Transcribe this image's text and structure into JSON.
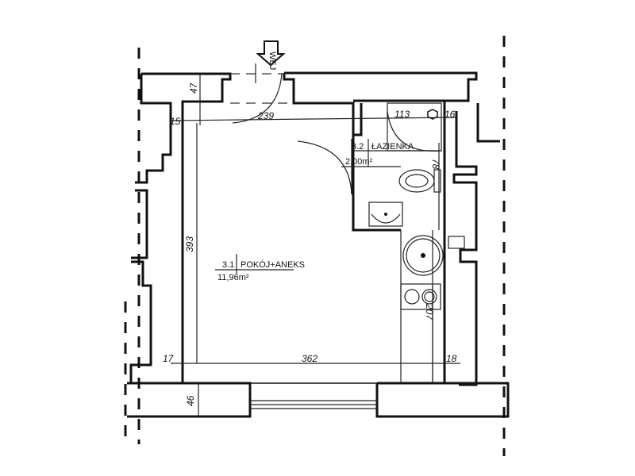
{
  "entrance_label": "WEJ",
  "rooms": [
    {
      "number": "3.1",
      "name": "POKÓJ+ANEKS",
      "area": "11,96m²"
    },
    {
      "number": "3.2",
      "name": "ŁAZIENKA",
      "area": "2,00m²"
    }
  ],
  "dimensions": {
    "top_wall": "47",
    "top_left": "15",
    "top_width": "239",
    "bath_width": "113",
    "bath_right": "16",
    "bath_depth": "78",
    "room_height": "393",
    "kitchen": "207",
    "bottom_left": "17",
    "bottom_width": "362",
    "bottom_right": "18",
    "bottom_wall": "46"
  }
}
